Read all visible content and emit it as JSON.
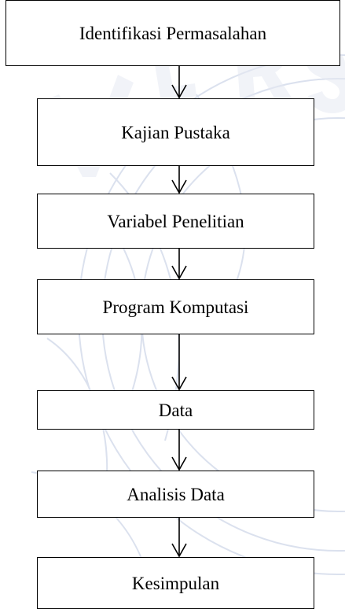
{
  "diagram": {
    "type": "flowchart",
    "direction": "top-to-bottom",
    "colors": {
      "stroke": "#000000",
      "box_fill": "#ffffff",
      "text": "#000000",
      "watermark": "#dbe1ee"
    },
    "steps": [
      {
        "label": "Identifikasi Permasalahan"
      },
      {
        "label": "Kajian Pustaka"
      },
      {
        "label": "Variabel Penelitian"
      },
      {
        "label": "Program Komputasi"
      },
      {
        "label": "Data"
      },
      {
        "label": "Analisis Data"
      },
      {
        "label": "Kesimpulan"
      }
    ]
  }
}
